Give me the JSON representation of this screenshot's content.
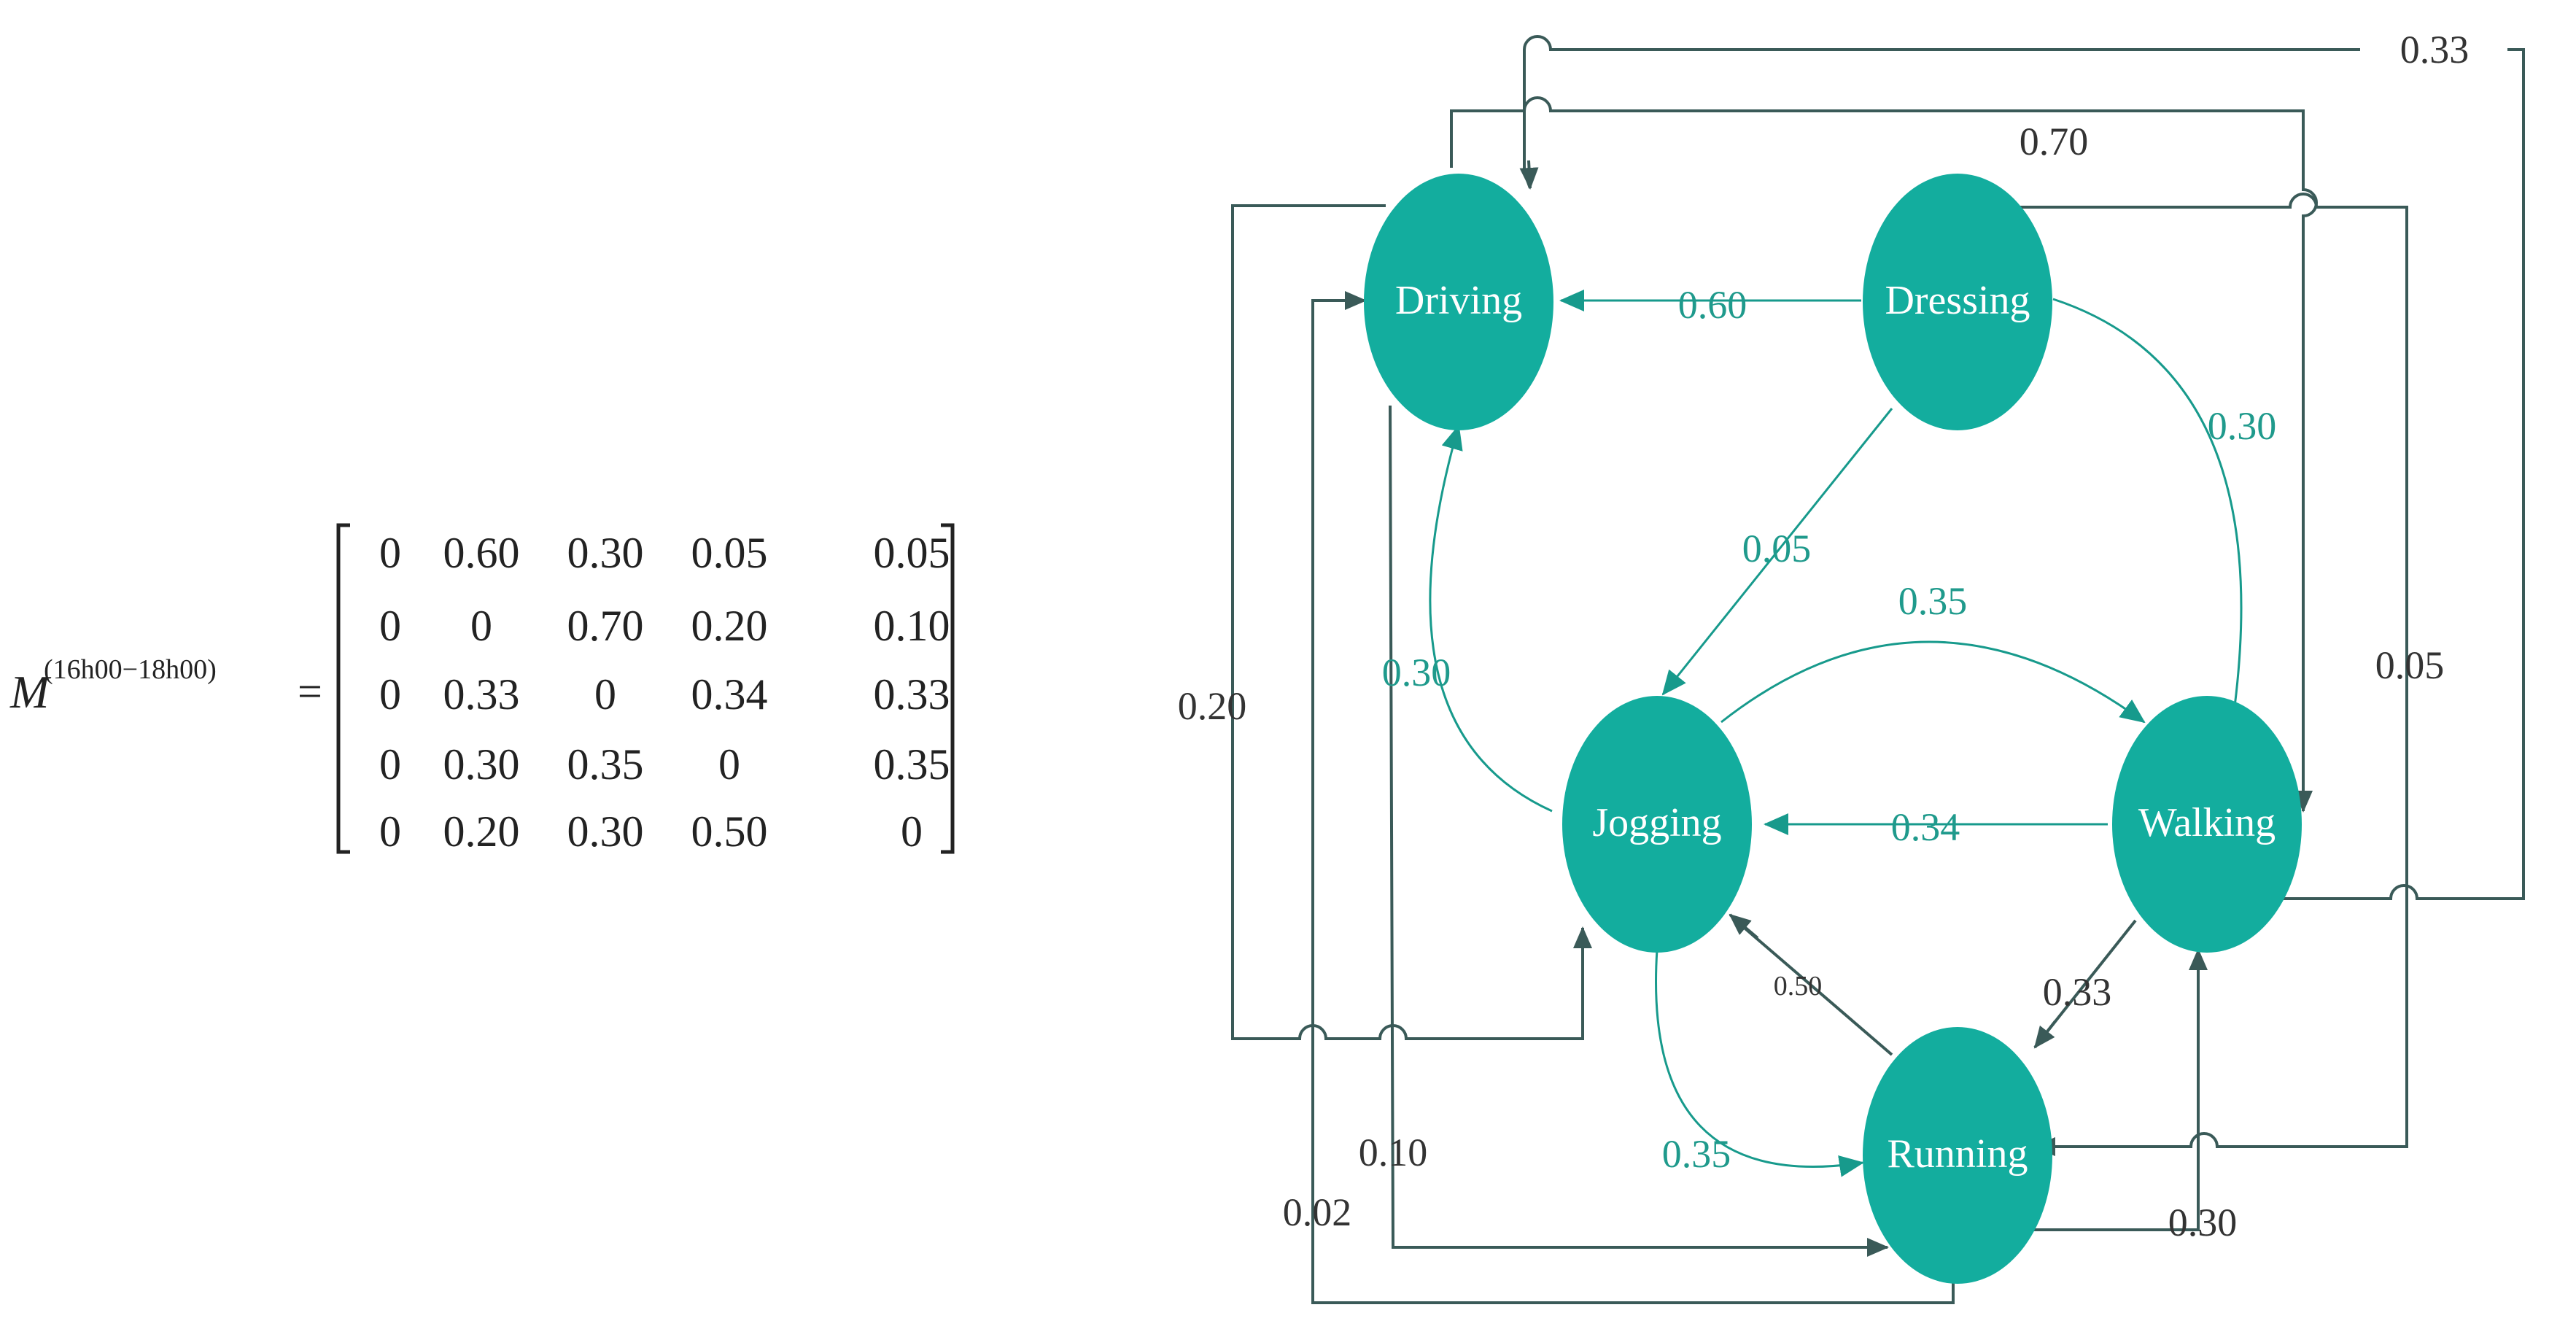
{
  "equation": {
    "symbol": "M",
    "superscript": "(16h00−18h00)",
    "equals": "=",
    "rows": [
      [
        "0",
        "0.60",
        "0.30",
        "0.05",
        "0.05"
      ],
      [
        "0",
        "0",
        "0.70",
        "0.20",
        "0.10"
      ],
      [
        "0",
        "0.33",
        "0",
        "0.34",
        "0.33"
      ],
      [
        "0",
        "0.30",
        "0.35",
        "0",
        "0.35"
      ],
      [
        "0",
        "0.20",
        "0.30",
        "0.50",
        "0"
      ]
    ]
  },
  "nodes": [
    {
      "id": "driving",
      "label": "Driving"
    },
    {
      "id": "dressing",
      "label": "Dressing"
    },
    {
      "id": "jogging",
      "label": "Jogging"
    },
    {
      "id": "walking",
      "label": "Walking"
    },
    {
      "id": "running",
      "label": "Running"
    }
  ],
  "edges": [
    {
      "from": "Dressing",
      "to": "Driving",
      "label": "0.60"
    },
    {
      "from": "Dressing",
      "to": "Walking",
      "label": "0.30"
    },
    {
      "from": "Dressing",
      "to": "Jogging",
      "label": "0.05"
    },
    {
      "from": "Jogging",
      "to": "Walking",
      "label": "0.35"
    },
    {
      "from": "Walking",
      "to": "Jogging",
      "label": "0.34"
    },
    {
      "from": "Jogging",
      "to": "Driving",
      "label": "0.30"
    },
    {
      "from": "Running",
      "to": "Jogging",
      "label": "0.50"
    },
    {
      "from": "Walking",
      "to": "Running",
      "label": "0.33"
    },
    {
      "from": "Jogging",
      "to": "Running",
      "label": "0.35"
    },
    {
      "from": "Driving",
      "to": "Running",
      "label": "0.10"
    },
    {
      "from": "Running",
      "to": "Driving",
      "label": "0.02"
    },
    {
      "from": "Driving",
      "to": "Jogging",
      "label": "0.20"
    },
    {
      "from": "Driving",
      "to": "Walking",
      "label": "0.70"
    },
    {
      "from": "Walking",
      "to": "Driving",
      "label": "0.33"
    },
    {
      "from": "Dressing",
      "to": "Running",
      "label": "0.05"
    },
    {
      "from": "Running",
      "to": "Walking",
      "label": "0.30"
    }
  ],
  "colors": {
    "node_fill": "#13ad9e",
    "node_text": "#ffffff",
    "teal_line": "#179a8c",
    "dark_line": "#3a5a58",
    "teal_label": "#1f9a8c",
    "dark_label": "#333333"
  }
}
